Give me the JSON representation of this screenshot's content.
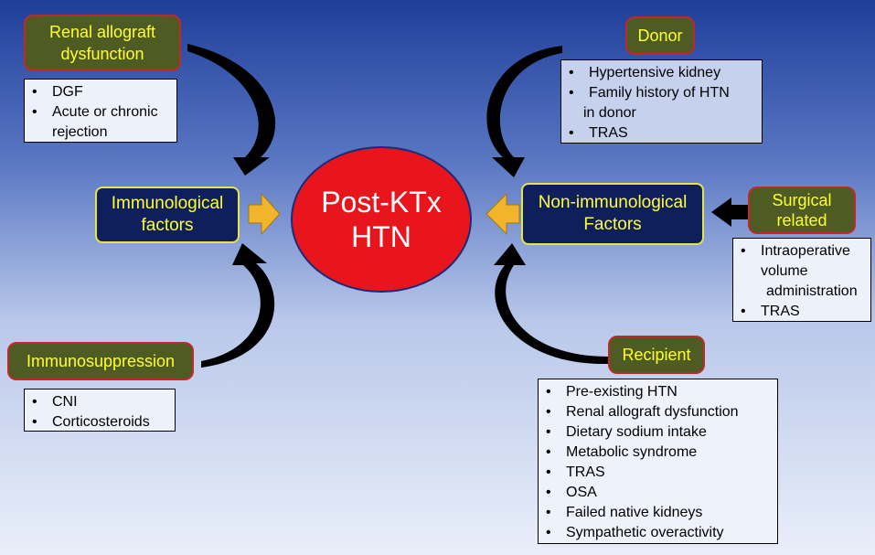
{
  "center": {
    "line1": "Post-KTx",
    "line2": "HTN"
  },
  "renal": {
    "title1": "Renal allograft",
    "title2": "dysfunction",
    "items": [
      "DGF",
      "Acute or chronic",
      "rejection"
    ]
  },
  "immunological": {
    "line1": "Immunological",
    "line2": "factors"
  },
  "immunosuppression": {
    "title": "Immunosuppression",
    "items": [
      "CNI",
      "Corticosteroids"
    ]
  },
  "donor": {
    "title": "Donor",
    "items": [
      "Hypertensive kidney",
      "Family history of HTN",
      "in donor",
      "TRAS"
    ]
  },
  "nonimmunological": {
    "line1": "Non-immunological",
    "line2": "Factors"
  },
  "surgical": {
    "title1": "Surgical",
    "title2": "related",
    "items": [
      "Intraoperative",
      "volume",
      "administration",
      "TRAS"
    ]
  },
  "recipient": {
    "title": "Recipient",
    "items": [
      "Pre-existing HTN",
      "Renal allograft dysfunction",
      "Dietary sodium intake",
      "Metabolic syndrome",
      "TRAS",
      "OSA",
      "Failed native kidneys",
      "Sympathetic overactivity"
    ]
  },
  "colors": {
    "ellipse": "#e8151c",
    "green_box": "#4e5b23",
    "navy_box": "#0f1f5c",
    "label_text": "#ffff33",
    "yellow_arrow": "#f2b42a"
  }
}
